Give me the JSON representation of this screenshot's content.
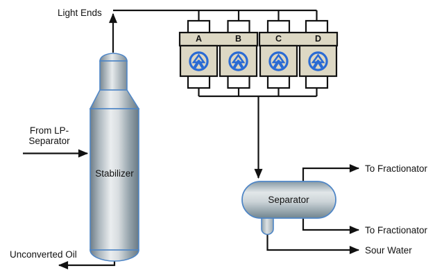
{
  "diagram": {
    "streams": {
      "light_ends": "Light Ends",
      "feed_line1": "From LP-",
      "feed_line2": "Separator",
      "unconverted_oil": "Unconverted Oil",
      "to_fractionator_top": "To Fractionator",
      "to_fractionator_bottom": "To Fractionator",
      "sour_water": "Sour Water"
    },
    "equipment": {
      "stabilizer_label": "Stabilizer",
      "separator_label": "Separator",
      "compressor_units": [
        {
          "label": "A",
          "icon": "compressor-icon"
        },
        {
          "label": "B",
          "icon": "compressor-icon"
        },
        {
          "label": "C",
          "icon": "compressor-icon"
        },
        {
          "label": "D",
          "icon": "compressor-icon"
        }
      ]
    },
    "colors": {
      "line": "#111111",
      "compressor_fill": "#ddd8c4",
      "compressor_icon_blue": "#2a6bd4",
      "vessel_border_blue": "#4f86c6",
      "background": "#ffffff"
    }
  }
}
